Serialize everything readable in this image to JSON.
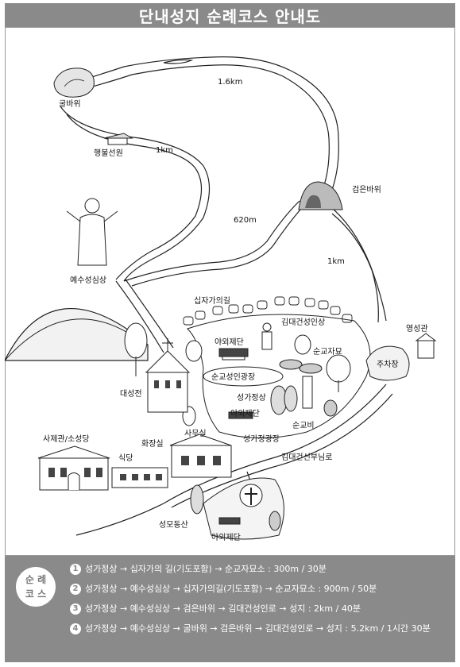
{
  "title": "단내성지 순례코스 안내도",
  "map": {
    "places": {
      "gulbawi": "굴바위",
      "haengbul": "행불선원",
      "yesu": "예수성심상",
      "geumeun": "검은바위",
      "sipja": "십자가의길",
      "kimdaegun_statue": "김대건성인상",
      "yaoe_top": "야외제단",
      "sungyo_jamyo": "순교자묘",
      "sungyo_plaza": "순교성인광장",
      "daeseongjeon": "대성전",
      "seongga_statue": "성가정상",
      "yaoe_mid": "야외제단",
      "sungyobi": "순교비",
      "seongga_plaza": "성가정광장",
      "youngseong": "영성관",
      "parking": "주차장",
      "samu": "사무실",
      "hwajang": "화장실",
      "sajegwan": "사제관/소성당",
      "sikdang": "식당",
      "road": "김대건신부님로",
      "seongmo": "성모동산",
      "yaoe_bottom": "야외제단"
    },
    "distances": {
      "d1": "1.6km",
      "d2": "1km",
      "d3": "620m",
      "d4": "1km"
    }
  },
  "course": {
    "badge_line1": "순 례",
    "badge_line2": "코 스",
    "items": [
      {
        "num": "1",
        "text": "성가정상 → 십자가의 길(기도포함) → 순교자묘소 : 300m / 30분"
      },
      {
        "num": "2",
        "text": "성가정상 → 예수성심상 → 십자가의길(기도포함) → 순교자묘소 : 900m / 50분"
      },
      {
        "num": "3",
        "text": "성가정상 → 예수성심상 → 검은바위 → 김대건성인로 → 성지 : 2km / 40분"
      },
      {
        "num": "4",
        "text": "성가정상 → 예수성심상 → 굴바위 → 검은바위 → 김대건성인로 → 성지 : 5.2km / 1시간 30분"
      }
    ]
  },
  "colors": {
    "header_bg": "#8a8a8a",
    "footer_bg": "#8a8a8a",
    "ink": "#111111"
  }
}
